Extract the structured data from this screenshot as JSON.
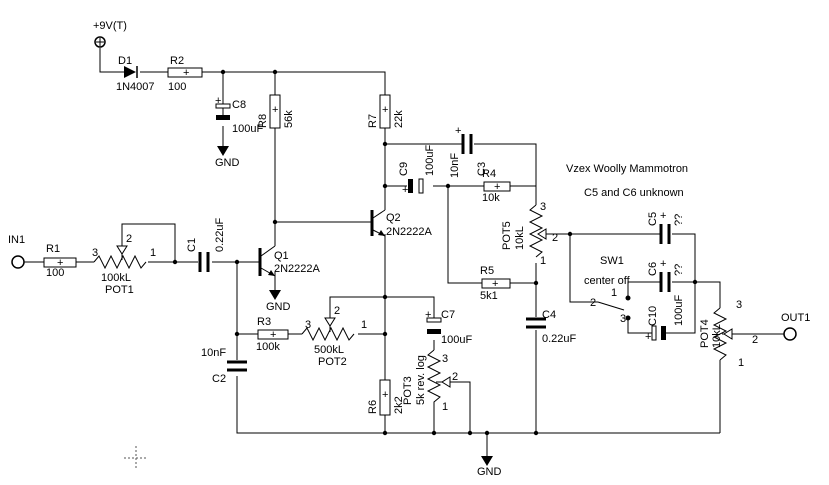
{
  "title": "Vzex Woolly Mammotron",
  "note": "C5 and C6 unknown",
  "power": {
    "label": "+9V(T)"
  },
  "input_label": "IN1",
  "output_label": "OUT1",
  "ground_label": "GND",
  "components": {
    "D1": {
      "ref": "D1",
      "value": "1N4007"
    },
    "R1": {
      "ref": "R1",
      "value": "100"
    },
    "R2": {
      "ref": "R2",
      "value": "100"
    },
    "R3": {
      "ref": "R3",
      "value": "100k"
    },
    "R4": {
      "ref": "R4",
      "value": "10k"
    },
    "R5": {
      "ref": "R5",
      "value": "5k1"
    },
    "R6": {
      "ref": "R6",
      "value": "2k2"
    },
    "R7": {
      "ref": "R7",
      "value": "22k"
    },
    "R8": {
      "ref": "R8",
      "value": "56k"
    },
    "C1": {
      "ref": "C1",
      "value": "0.22uF"
    },
    "C2": {
      "ref": "C2",
      "value": "10nF"
    },
    "C3": {
      "ref": "C3",
      "value": "10nF"
    },
    "C4": {
      "ref": "C4",
      "value": "0.22uF"
    },
    "C5": {
      "ref": "C5",
      "value": "??"
    },
    "C6": {
      "ref": "C6",
      "value": "??"
    },
    "C7": {
      "ref": "C7",
      "value": "100uF"
    },
    "C8": {
      "ref": "C8",
      "value": "100uF"
    },
    "C9": {
      "ref": "C9",
      "value": "100uF"
    },
    "C10": {
      "ref": "C10",
      "value": "100uF"
    },
    "Q1": {
      "ref": "Q1",
      "value": "2N2222A"
    },
    "Q2": {
      "ref": "Q2",
      "value": "2N2222A"
    },
    "POT1": {
      "ref": "POT1",
      "value": "100kL"
    },
    "POT2": {
      "ref": "POT2",
      "value": "500kL"
    },
    "POT3": {
      "ref": "POT3",
      "value": "5k rev. log"
    },
    "POT4": {
      "ref": "POT4",
      "value": "10kL"
    },
    "POT5": {
      "ref": "POT5",
      "value": "10kL"
    },
    "SW1": {
      "ref": "SW1",
      "value": "center off"
    }
  },
  "pins": {
    "p1": "1",
    "p2": "2",
    "p3": "3"
  },
  "polarity": {
    "plus": "+"
  }
}
